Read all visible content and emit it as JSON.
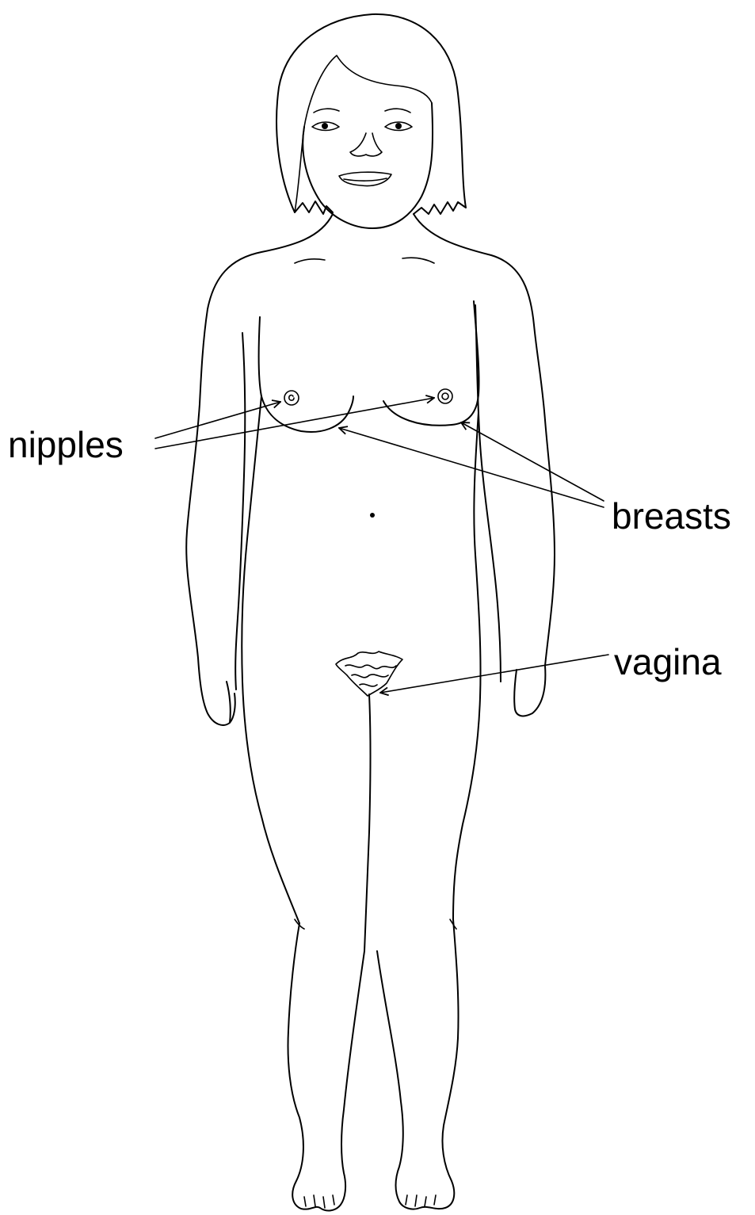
{
  "labels": {
    "nipples": "nipples",
    "breasts": "breasts",
    "vagina": "vagina"
  },
  "colors": {
    "line": "#000000",
    "background": "#ffffff"
  }
}
